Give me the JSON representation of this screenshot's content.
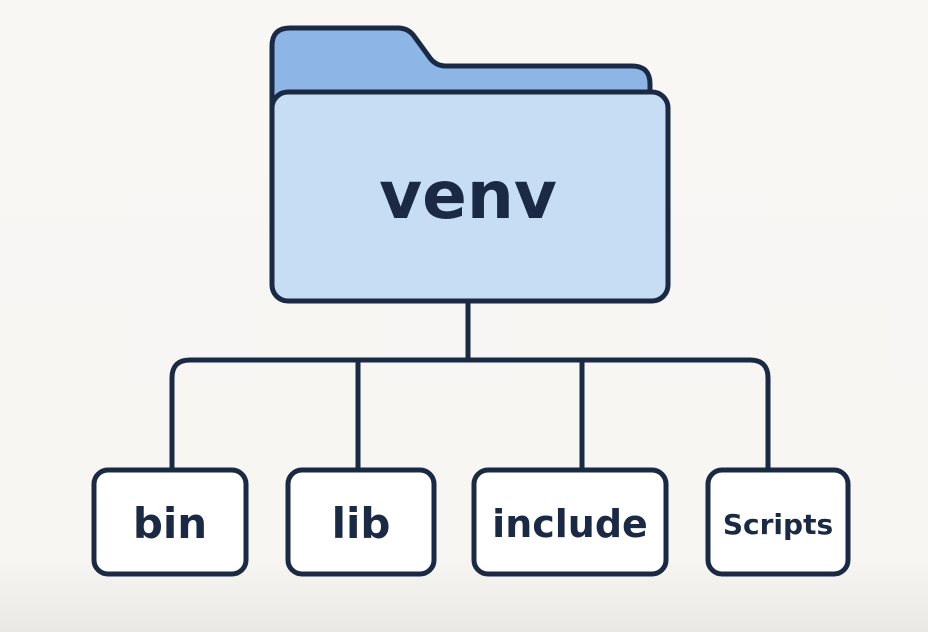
{
  "root": {
    "name": "venv"
  },
  "children": [
    {
      "name": "bin"
    },
    {
      "name": "lib"
    },
    {
      "name": "include"
    },
    {
      "name": "Scripts"
    }
  ],
  "colors": {
    "stroke": "#1b2a44",
    "folder_back": "#8db6e6",
    "folder_front": "#c7ddf4",
    "box_fill": "#ffffff",
    "text": "#1b2a44"
  }
}
